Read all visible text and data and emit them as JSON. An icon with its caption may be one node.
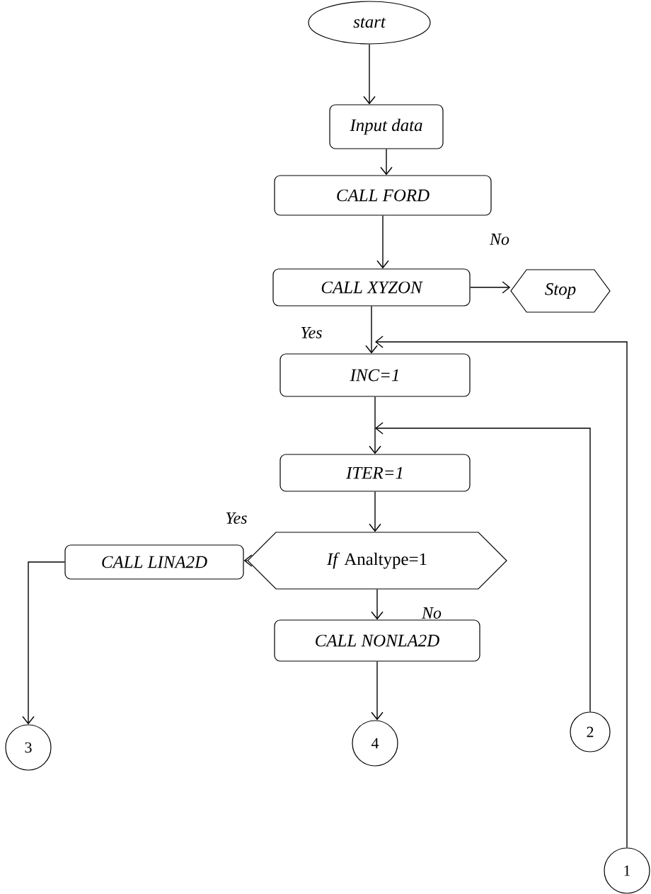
{
  "diagram": {
    "nodes": [
      {
        "text": [
          "start"
        ]
      },
      {
        "text": [
          "Input data"
        ]
      },
      {
        "text": [
          "CALL FORD"
        ]
      },
      {
        "text": [
          "CALL XYZON"
        ]
      },
      {
        "text": [
          "Stop"
        ]
      },
      {
        "text": [
          "INC=1"
        ]
      },
      {
        "text": [
          "ITER=1"
        ]
      },
      {
        "text": [
          "*If* Analtype=1"
        ]
      },
      {
        "text": [
          "CALL LINA2D"
        ]
      },
      {
        "text": [
          "CALL NONLA2D"
        ]
      },
      {
        "text": [
          "3"
        ]
      },
      {
        "text": [
          "4"
        ]
      },
      {
        "text": [
          "2"
        ]
      },
      {
        "text": [
          "1"
        ]
      }
    ],
    "edges": [
      {
        "from": 0,
        "to": 1,
        "arrow": "to"
      },
      {
        "from": 1,
        "to": 2,
        "arrow": "to"
      },
      {
        "from": 2,
        "to": 3,
        "arrow": "to"
      },
      {
        "from": 3,
        "to": 4,
        "arrow": "to",
        "label": "No"
      },
      {
        "from": 3,
        "to": 5,
        "arrow": "to",
        "label": "Yes"
      },
      {
        "from": 5,
        "to": 6,
        "arrow": "to"
      },
      {
        "from": 6,
        "to": 7,
        "arrow": "to"
      },
      {
        "from": 7,
        "to": 8,
        "arrow": "to",
        "label": "Yes"
      },
      {
        "from": 7,
        "to": 9,
        "arrow": "to",
        "label": "No"
      },
      {
        "from": 9,
        "to": 11,
        "arrow": "to"
      },
      {
        "from": 8,
        "to": 10,
        "arrow": "to"
      },
      {
        "from": 12,
        "to": 6,
        "arrow": "to"
      },
      {
        "from": 13,
        "to": 5,
        "arrow": "to"
      }
    ]
  }
}
